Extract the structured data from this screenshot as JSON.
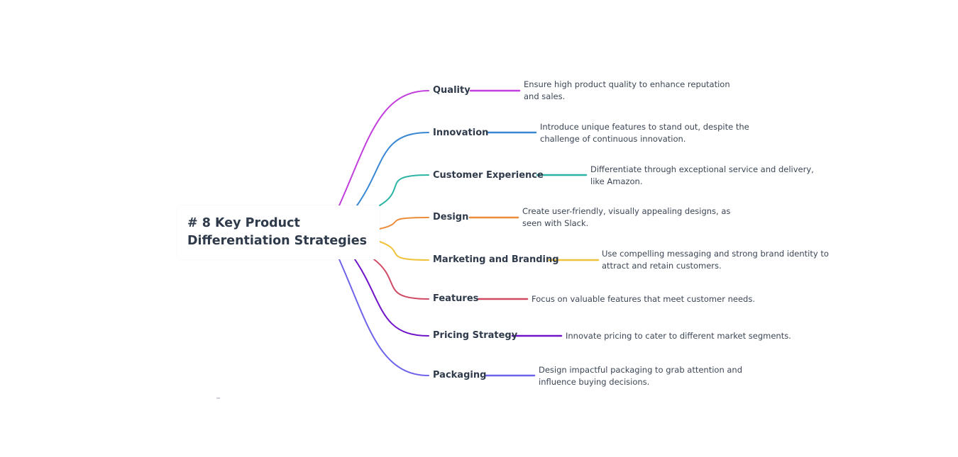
{
  "root": {
    "title": "# 8 Key Product Differentiation Strategies"
  },
  "branches": [
    {
      "label": "Quality",
      "description": "Ensure high product quality to enhance reputation and sales.",
      "color": "#c13fdc"
    },
    {
      "label": "Innovation",
      "description": "Introduce unique features to stand out, despite the challenge of continuous innovation.",
      "color": "#3a88d4"
    },
    {
      "label": "Customer Experience",
      "description": "Differentiate through exceptional service and delivery, like Amazon.",
      "color": "#2bb3a3"
    },
    {
      "label": "Design",
      "description": "Create user-friendly, visually appealing designs, as seen with Slack.",
      "color": "#ec8b3a"
    },
    {
      "label": "Marketing and Branding",
      "description": "Use compelling messaging and strong brand identity to attract and retain customers.",
      "color": "#f0c23a"
    },
    {
      "label": "Features",
      "description": "Focus on valuable features that meet customer needs.",
      "color": "#d04a63"
    },
    {
      "label": "Pricing Strategy",
      "description": "Innovate pricing to cater to different market segments.",
      "color": "#7014c8"
    },
    {
      "label": "Packaging",
      "description": "Design impactful packaging to grab attention and influence buying decisions.",
      "color": "#6e64ec"
    }
  ]
}
